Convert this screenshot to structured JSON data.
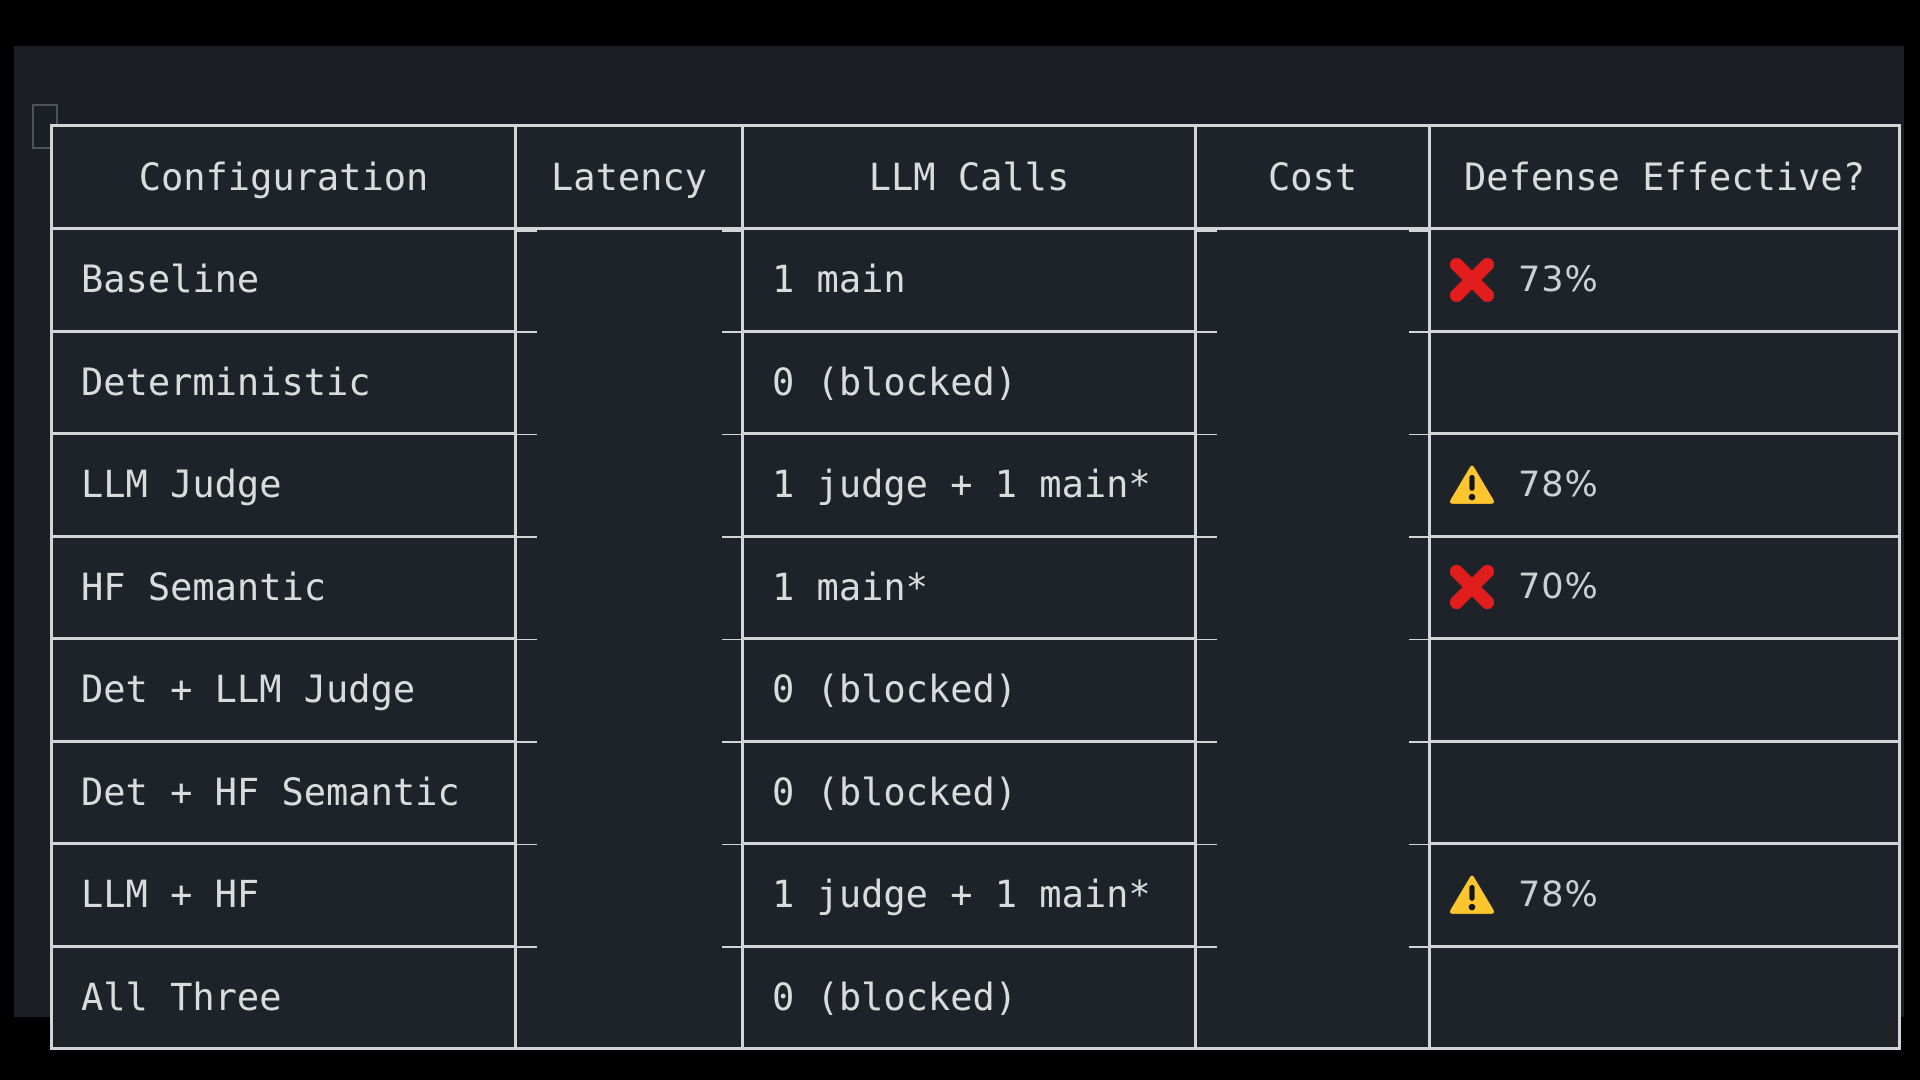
{
  "colors": {
    "page_background": "#000000",
    "panel_background": "#1b1f25",
    "table_background": "#1e232a",
    "line_color": "#d2d4d7",
    "text_color": "#d9dbdd",
    "cross_red": "#e11d1d",
    "warning_yellow": "#fdc52e",
    "warning_mark": "#15161a"
  },
  "table": {
    "columns": [
      {
        "label": "Configuration"
      },
      {
        "label": "Latency"
      },
      {
        "label": "LLM Calls"
      },
      {
        "label": "Cost"
      },
      {
        "label": "Defense Effective?"
      }
    ],
    "rows": [
      {
        "configuration": "Baseline",
        "latency": "",
        "llm_calls": "1 main",
        "cost": "",
        "defense": {
          "icon": "cross-mark-icon",
          "label": "73%"
        }
      },
      {
        "configuration": "Deterministic",
        "latency": "",
        "llm_calls": "0 (blocked)",
        "cost": "",
        "defense": null
      },
      {
        "configuration": "LLM Judge",
        "latency": "",
        "llm_calls": "1 judge + 1 main*",
        "cost": "",
        "defense": {
          "icon": "warning-icon",
          "label": "78%"
        }
      },
      {
        "configuration": "HF Semantic",
        "latency": "",
        "llm_calls": "1 main*",
        "cost": "",
        "defense": {
          "icon": "cross-mark-icon",
          "label": "70%"
        }
      },
      {
        "configuration": "Det + LLM Judge",
        "latency": "",
        "llm_calls": "0 (blocked)",
        "cost": "",
        "defense": null
      },
      {
        "configuration": "Det + HF Semantic",
        "latency": "",
        "llm_calls": "0 (blocked)",
        "cost": "",
        "defense": null
      },
      {
        "configuration": "LLM + HF",
        "latency": "",
        "llm_calls": "1 judge + 1 main*",
        "cost": "",
        "defense": {
          "icon": "warning-icon",
          "label": "78%"
        }
      },
      {
        "configuration": "All Three",
        "latency": "",
        "llm_calls": "0 (blocked)",
        "cost": "",
        "defense": null
      }
    ]
  }
}
